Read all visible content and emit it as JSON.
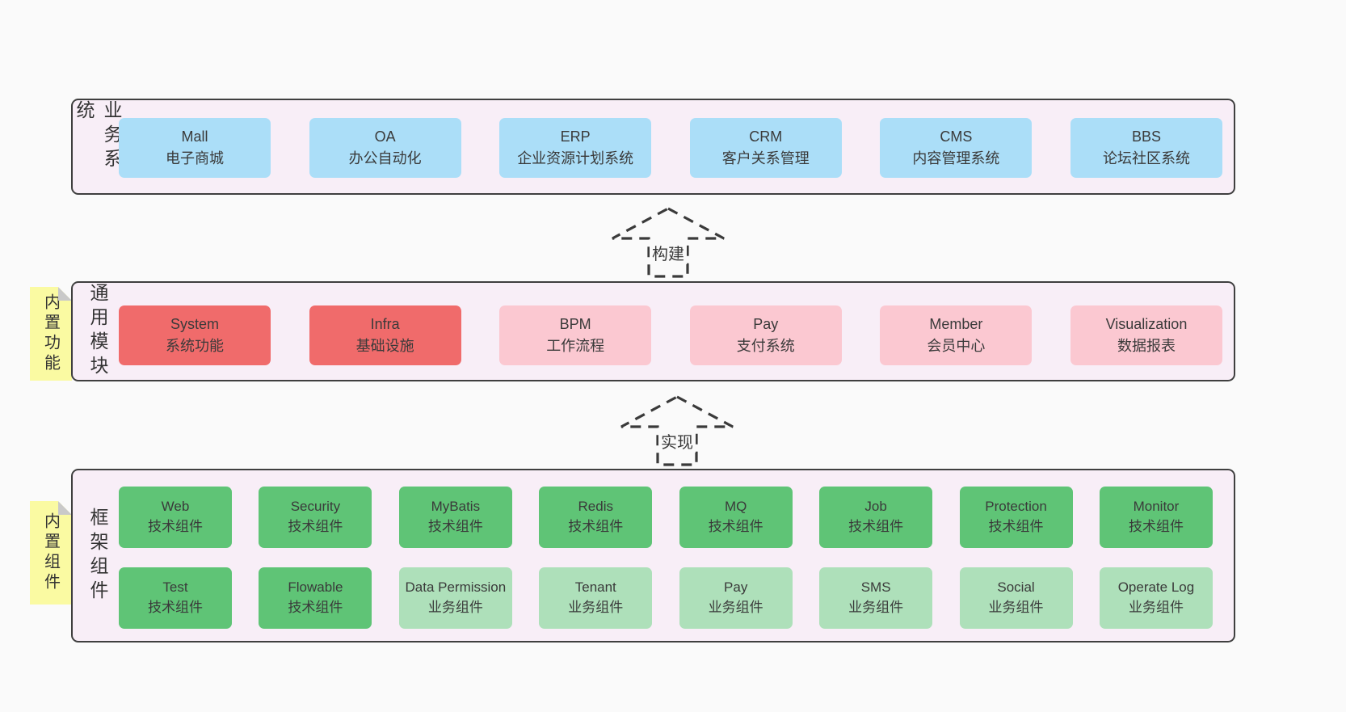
{
  "diagram_title": "architecture-layers",
  "colors": {
    "blue": "#abdef8",
    "red": "#f06b6b",
    "pink": "#fbc8d1",
    "green": "#5fc476",
    "green_light": "#aee0ba",
    "section_bg": "#f8eef7",
    "section_border": "#3f3f3f",
    "sticky_bg": "#fafaa2",
    "sticky_fold": "#c9c9c9",
    "page_bg": "#fafafa",
    "text": "#3a3a3a"
  },
  "sections": [
    {
      "id": "business",
      "label": "业务系统",
      "boxes": [
        {
          "title": "Mall",
          "subtitle": "电子商城",
          "variant": "blue"
        },
        {
          "title": "OA",
          "subtitle": "办公自动化",
          "variant": "blue"
        },
        {
          "title": "ERP",
          "subtitle": "企业资源计划系统",
          "variant": "blue"
        },
        {
          "title": "CRM",
          "subtitle": "客户关系管理",
          "variant": "blue"
        },
        {
          "title": "CMS",
          "subtitle": "内容管理系统",
          "variant": "blue"
        },
        {
          "title": "BBS",
          "subtitle": "论坛社区系统",
          "variant": "blue"
        }
      ]
    },
    {
      "id": "modules",
      "label": "通用模块",
      "sticky": "内置功能",
      "boxes": [
        {
          "title": "System",
          "subtitle": "系统功能",
          "variant": "red"
        },
        {
          "title": "Infra",
          "subtitle": "基础设施",
          "variant": "red"
        },
        {
          "title": "BPM",
          "subtitle": "工作流程",
          "variant": "pink"
        },
        {
          "title": "Pay",
          "subtitle": "支付系统",
          "variant": "pink"
        },
        {
          "title": "Member",
          "subtitle": "会员中心",
          "variant": "pink"
        },
        {
          "title": "Visualization",
          "subtitle": "数据报表",
          "variant": "pink"
        }
      ]
    },
    {
      "id": "framework",
      "label": "框架组件",
      "sticky": "内置组件",
      "rows": [
        [
          {
            "title": "Web",
            "subtitle": "技术组件",
            "variant": "green"
          },
          {
            "title": "Security",
            "subtitle": "技术组件",
            "variant": "green"
          },
          {
            "title": "MyBatis",
            "subtitle": "技术组件",
            "variant": "green"
          },
          {
            "title": "Redis",
            "subtitle": "技术组件",
            "variant": "green"
          },
          {
            "title": "MQ",
            "subtitle": "技术组件",
            "variant": "green"
          },
          {
            "title": "Job",
            "subtitle": "技术组件",
            "variant": "green"
          },
          {
            "title": "Protection",
            "subtitle": "技术组件",
            "variant": "green"
          },
          {
            "title": "Monitor",
            "subtitle": "技术组件",
            "variant": "green"
          }
        ],
        [
          {
            "title": "Test",
            "subtitle": "技术组件",
            "variant": "green"
          },
          {
            "title": "Flowable",
            "subtitle": "技术组件",
            "variant": "green"
          },
          {
            "title": "Data Permission",
            "subtitle": "业务组件",
            "variant": "green_light"
          },
          {
            "title": "Tenant",
            "subtitle": "业务组件",
            "variant": "green_light"
          },
          {
            "title": "Pay",
            "subtitle": "业务组件",
            "variant": "green_light"
          },
          {
            "title": "SMS",
            "subtitle": "业务组件",
            "variant": "green_light"
          },
          {
            "title": "Social",
            "subtitle": "业务组件",
            "variant": "green_light"
          },
          {
            "title": "Operate Log",
            "subtitle": "业务组件",
            "variant": "green_light"
          }
        ]
      ]
    }
  ],
  "arrows": [
    {
      "label": "构建"
    },
    {
      "label": "实现"
    }
  ]
}
